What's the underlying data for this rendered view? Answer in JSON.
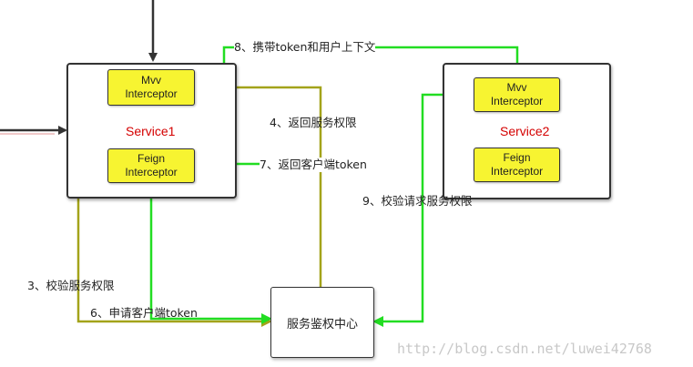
{
  "colors": {
    "green": "#22dd22",
    "olive": "#a3a31a",
    "dark": "#333333",
    "red": "#d40000",
    "yellow": "#f7f431"
  },
  "service1": {
    "title": "Service1",
    "mvc": {
      "line1": "Mvv",
      "line2": "Interceptor"
    },
    "feign": {
      "line1": "Feign",
      "line2": "Interceptor"
    }
  },
  "service2": {
    "title": "Service2",
    "mvc": {
      "line1": "Mvv",
      "line2": "Interceptor"
    },
    "feign": {
      "line1": "Feign",
      "line2": "Interceptor"
    }
  },
  "auth_center": {
    "label": "服务鉴权中心"
  },
  "steps": {
    "s3": "3、校验服务权限",
    "s4": "4、返回服务权限",
    "s6": "6、申请客户端token",
    "s7": "7、返回客户端token",
    "s8": "8、携带token和用户上下文",
    "s9": "9、校验请求服务权限"
  },
  "watermark": "http://blog.csdn.net/luwei42768"
}
